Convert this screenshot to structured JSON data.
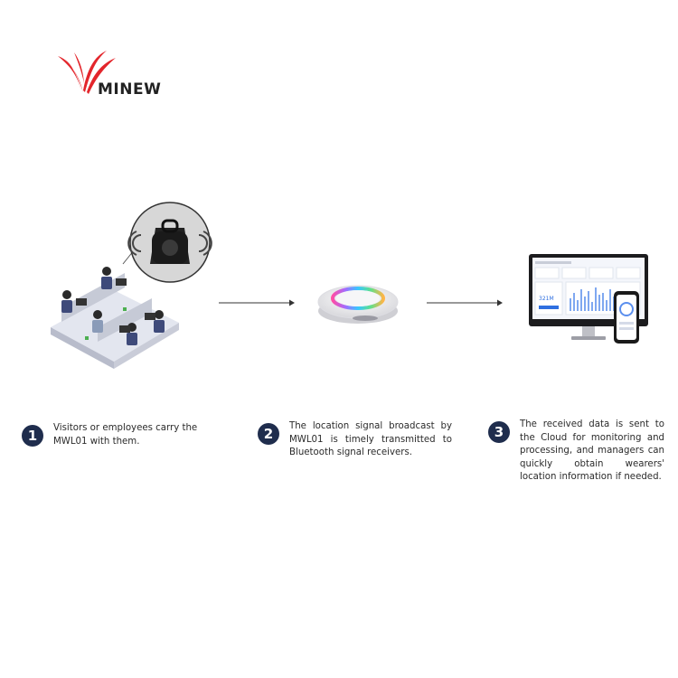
{
  "brand": {
    "name": "MINEW",
    "accent_color": "#e3252b",
    "text_color": "#222222"
  },
  "flow": {
    "scene_office_icon": "office-workers-with-badge-icon",
    "scene_receiver_icon": "bluetooth-gateway-receiver-icon",
    "scene_cloud_icon": "monitor-and-phone-dashboard-icon",
    "arrow_color": "#333333",
    "dashboard_stat": "321M"
  },
  "steps": [
    {
      "number": "1",
      "text": "Visitors or employees carry the MWL01 with them."
    },
    {
      "number": "2",
      "text": "The location signal broadcast by MWL01 is timely transmitted to Bluetooth signal receivers."
    },
    {
      "number": "3",
      "text": "The received data is sent to the Cloud for monitoring and processing, and managers can quickly obtain wearers' location information if needed."
    }
  ],
  "colors": {
    "step_badge": "#1f2d4d",
    "body_text": "#2b2b2b"
  }
}
